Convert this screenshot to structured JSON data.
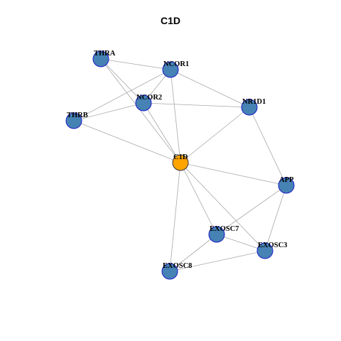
{
  "title": "C1D",
  "colors": {
    "node_fill": "#4682b4",
    "node_stroke": "#1a1acc",
    "center_fill": "#ffa500",
    "center_stroke": "#333333",
    "edge": "#a8a8a8"
  },
  "nodes": [
    {
      "id": "THRA",
      "label": "THRA"
    },
    {
      "id": "NCOR1",
      "label": "NCOR1"
    },
    {
      "id": "NCOR2",
      "label": "NCOR2"
    },
    {
      "id": "NR1D1",
      "label": "NR1D1"
    },
    {
      "id": "THRB",
      "label": "THRB"
    },
    {
      "id": "C1D",
      "label": "C1D",
      "center": true
    },
    {
      "id": "APP",
      "label": "APP"
    },
    {
      "id": "EXOSC7",
      "label": "EXOSC7"
    },
    {
      "id": "EXOSC3",
      "label": "EXOSC3"
    },
    {
      "id": "EXOSC8",
      "label": "EXOSC8"
    }
  ],
  "edges": [
    [
      "THRA",
      "NCOR1"
    ],
    [
      "THRA",
      "NCOR2"
    ],
    [
      "THRA",
      "C1D"
    ],
    [
      "NCOR1",
      "NCOR2"
    ],
    [
      "NCOR1",
      "NR1D1"
    ],
    [
      "NCOR1",
      "THRB"
    ],
    [
      "NCOR1",
      "C1D"
    ],
    [
      "NCOR2",
      "NR1D1"
    ],
    [
      "NCOR2",
      "THRB"
    ],
    [
      "NCOR2",
      "C1D"
    ],
    [
      "NR1D1",
      "C1D"
    ],
    [
      "NR1D1",
      "APP"
    ],
    [
      "THRB",
      "C1D"
    ],
    [
      "C1D",
      "APP"
    ],
    [
      "C1D",
      "EXOSC7"
    ],
    [
      "C1D",
      "EXOSC3"
    ],
    [
      "C1D",
      "EXOSC8"
    ],
    [
      "APP",
      "EXOSC7"
    ],
    [
      "APP",
      "EXOSC3"
    ],
    [
      "EXOSC7",
      "EXOSC3"
    ],
    [
      "EXOSC7",
      "EXOSC8"
    ],
    [
      "EXOSC3",
      "EXOSC8"
    ]
  ]
}
